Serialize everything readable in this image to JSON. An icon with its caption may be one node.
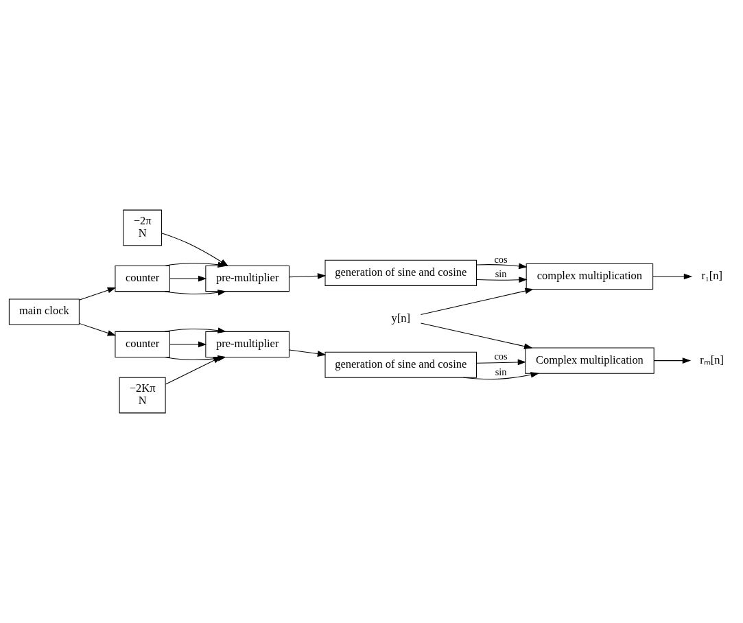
{
  "diagram": {
    "nodes": [
      {
        "text": [
          "−2π",
          "N"
        ]
      },
      {
        "text": [
          "pre-multiplier"
        ]
      },
      {
        "text": [
          "counter"
        ]
      },
      {
        "text": [
          "generation of sine and cosine"
        ]
      },
      {
        "text": [
          "complex multiplication"
        ]
      },
      {
        "text": [
          "−2Kπ",
          "N"
        ]
      },
      {
        "text": [
          "pre-multiplier"
        ]
      },
      {
        "text": [
          "counter"
        ]
      },
      {
        "text": [
          "generation of sine and cosine"
        ]
      },
      {
        "text": [
          "Complex multiplication"
        ]
      },
      {
        "text": [
          "main clock"
        ]
      },
      {
        "text": [
          "y[n]"
        ]
      },
      {
        "text": [
          "r₁[n]"
        ]
      },
      {
        "text": [
          "rₘ[n]"
        ]
      }
    ],
    "edges": [
      {
        "from": 0,
        "to": 1,
        "arrow": "to"
      },
      {
        "from": 1,
        "to": 3,
        "arrow": "to"
      },
      {
        "from": 2,
        "to": 1,
        "arrow": "to"
      },
      {
        "from": 2,
        "to": 1,
        "arrow": "to"
      },
      {
        "from": 2,
        "to": 1,
        "arrow": "to"
      },
      {
        "from": 10,
        "to": 2,
        "arrow": "to"
      },
      {
        "from": 3,
        "to": 4,
        "label": "cos",
        "arrow": "to"
      },
      {
        "from": 3,
        "to": 4,
        "label": "sin",
        "arrow": "to"
      },
      {
        "from": 11,
        "to": 4,
        "arrow": "to"
      },
      {
        "from": 4,
        "to": 12,
        "arrow": "to"
      },
      {
        "from": 5,
        "to": 6,
        "arrow": "to"
      },
      {
        "from": 6,
        "to": 8,
        "arrow": "to"
      },
      {
        "from": 7,
        "to": 6,
        "arrow": "to"
      },
      {
        "from": 7,
        "to": 6,
        "arrow": "to"
      },
      {
        "from": 7,
        "to": 6,
        "arrow": "to"
      },
      {
        "from": 10,
        "to": 7,
        "arrow": "to"
      },
      {
        "from": 8,
        "to": 9,
        "label": "cos",
        "arrow": "to"
      },
      {
        "from": 8,
        "to": 9,
        "label": "sin",
        "arrow": "to"
      },
      {
        "from": 11,
        "to": 9,
        "arrow": "to"
      },
      {
        "from": 9,
        "to": 13,
        "arrow": "to"
      }
    ]
  }
}
